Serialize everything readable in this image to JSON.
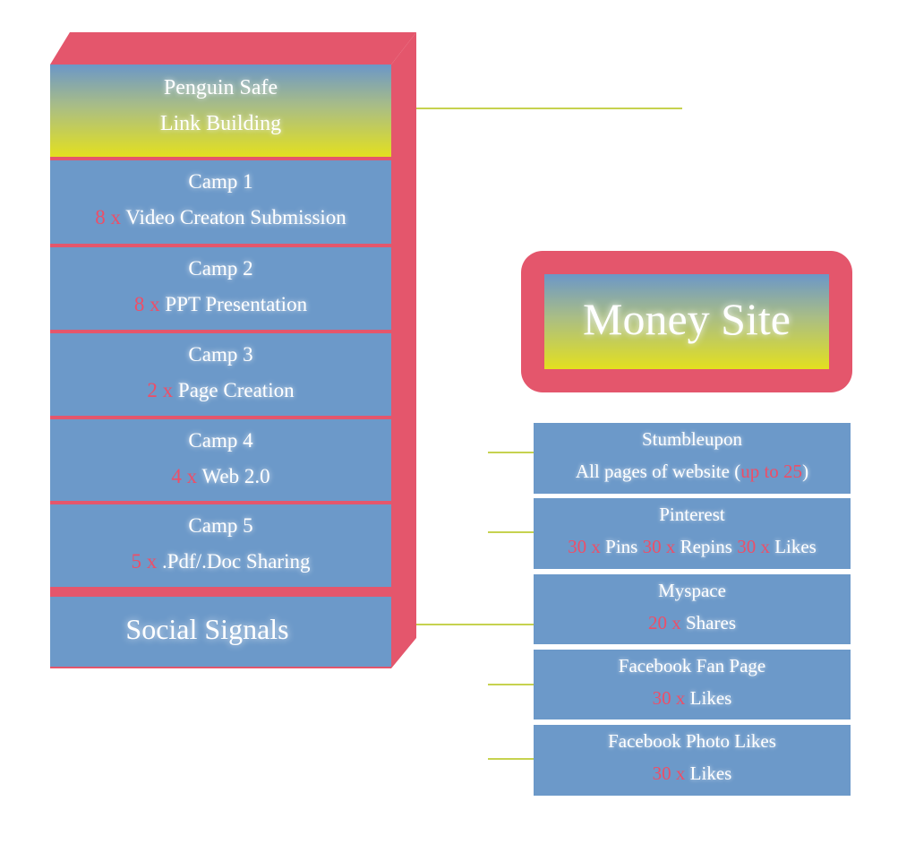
{
  "colors": {
    "pink": "#e4566c",
    "blue": "#6c99c9",
    "yellow": "#e3e01f",
    "accent_red": "#ee4e67"
  },
  "header_box": {
    "line1": "Penguin Safe",
    "line2": "Link Building"
  },
  "camps": [
    {
      "title": "Camp 1",
      "count": "8 x",
      "desc": "Video Creaton Submission"
    },
    {
      "title": "Camp 2",
      "count": "8 x",
      "desc": "PPT Presentation"
    },
    {
      "title": "Camp 3",
      "count": "2 x",
      "desc": "Page Creation"
    },
    {
      "title": "Camp 4",
      "count": "4 x",
      "desc": "Web 2.0"
    },
    {
      "title": "Camp 5",
      "count": "5 x",
      "desc": ".Pdf/.Doc Sharing"
    }
  ],
  "social_signals": {
    "label": "Social Signals"
  },
  "money_site": {
    "label": "Money Site"
  },
  "signals": [
    {
      "title": "Stumbleupon",
      "pre": "All pages of website (",
      "hl": "up to 25",
      "post": ")"
    },
    {
      "title": "Pinterest",
      "n1": "30 x",
      "t1": "Pins",
      "n2": "30 x",
      "t2": "Repins",
      "n3": "30 x",
      "t3": "Likes"
    },
    {
      "title": "Myspace",
      "count": "20 x",
      "desc": "Shares"
    },
    {
      "title": "Facebook Fan Page",
      "count": "30 x",
      "desc": "Likes"
    },
    {
      "title": "Facebook Photo Likes",
      "count": "30 x",
      "desc": "Likes"
    }
  ]
}
